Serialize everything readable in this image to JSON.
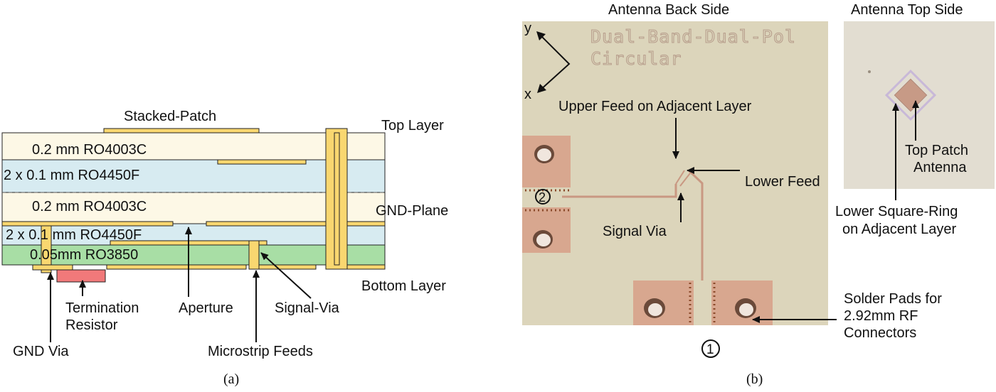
{
  "panel_a": {
    "caption": "(a)",
    "layers": {
      "top_dielectric": "0.2 mm RO4003C",
      "bond_upper": "2 x 0.1 mm RO4450F",
      "mid_dielectric": "0.2 mm RO4003C",
      "bond_lower": "2 x 0.1 mm RO4450F",
      "bottom_dielectric": "0.05mm RO3850"
    },
    "labels": {
      "stacked_patch": "Stacked-Patch",
      "top_layer": "Top Layer",
      "gnd_plane": "GND-Plane",
      "bottom_layer": "Bottom Layer",
      "termination_line1": "Termination",
      "termination_line2": "Resistor",
      "aperture": "Aperture",
      "signal_via": "Signal-Via",
      "gnd_via": "GND Via",
      "microstrip_feeds": "Microstrip Feeds"
    },
    "colors": {
      "ro4003c": "#fdf8e6",
      "ro4450f": "#d7ebf1",
      "ro3850": "#a8dea5",
      "copper": "#f9d770",
      "resistor": "#f1797a"
    }
  },
  "panel_b": {
    "caption": "(b)",
    "back_title": "Antenna Back Side",
    "top_title": "Antenna Top Side",
    "board_marking_line1": "Dual-Band-Dual-Pol",
    "board_marking_line2": "Circular",
    "axis_y": "y",
    "axis_x": "x",
    "port_2": "2",
    "port_1": "1",
    "labels": {
      "upper_feed": "Upper Feed on Adjacent Layer",
      "lower_feed": "Lower Feed",
      "signal_via": "Signal Via",
      "top_patch_line1": "Top Patch",
      "top_patch_line2": "Antenna",
      "lower_ring_line1": "Lower Square-Ring",
      "lower_ring_line2": "on Adjacent Layer",
      "solder_line1": "Solder Pads for",
      "solder_line2": "2.92mm RF",
      "solder_line3": "Connectors"
    },
    "colors": {
      "board": "#dcd5bb",
      "copper_pad": "#d8a78f",
      "top_board": "#e2ddd1"
    }
  }
}
